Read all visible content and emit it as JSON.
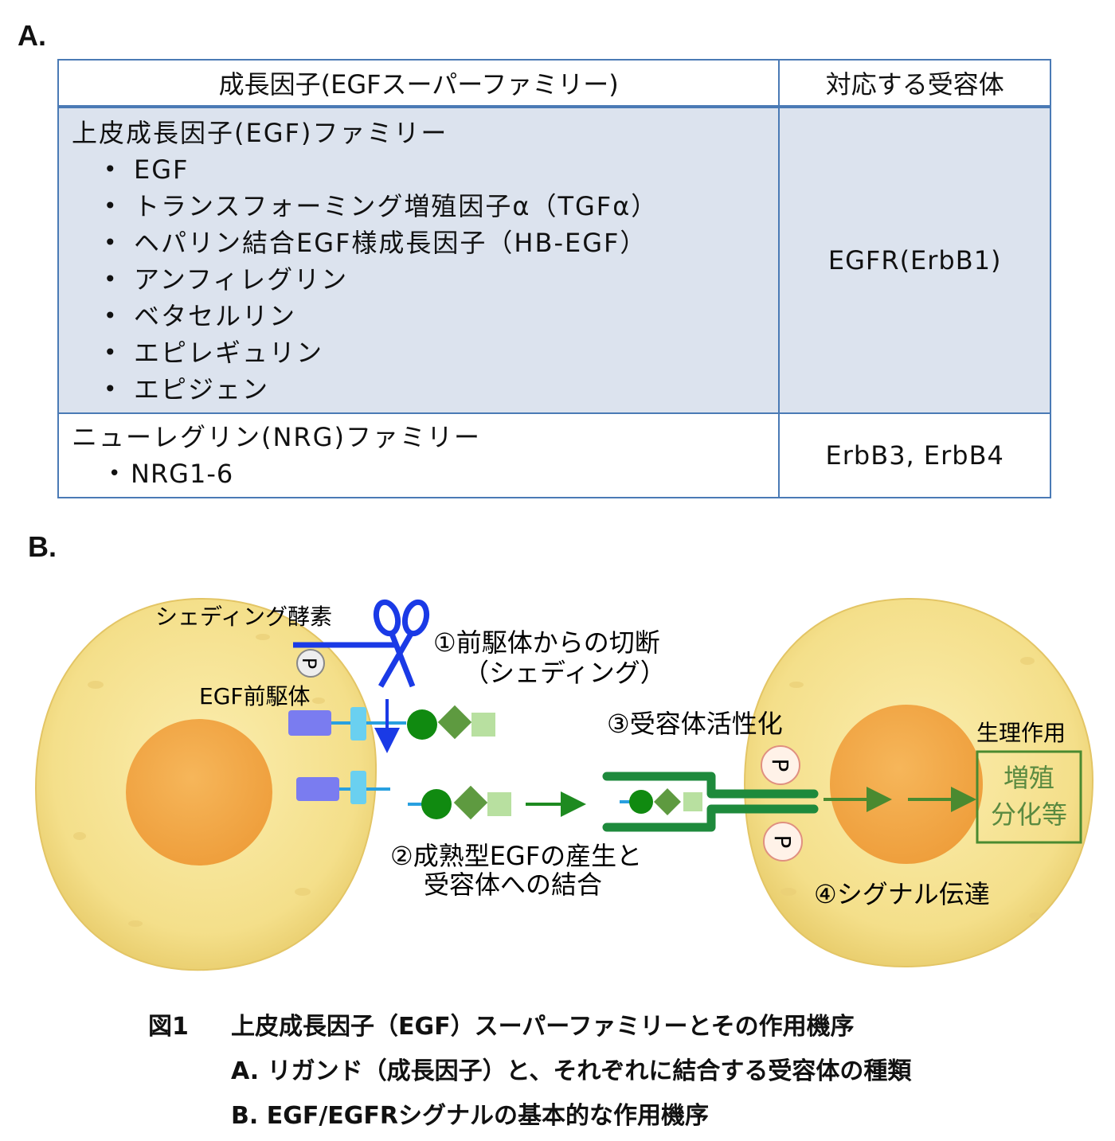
{
  "panel_a_label": "A.",
  "panel_b_label": "B.",
  "table": {
    "headers": [
      "成長因子(EGFスーパーファミリー)",
      "対応する受容体"
    ],
    "egf_family": {
      "title": "上皮成長因子(EGF)ファミリー",
      "members": [
        "EGF",
        "トランスフォーミング増殖因子α（TGFα）",
        "ヘパリン結合EGF様成長因子（HB-EGF）",
        "アンフィレグリン",
        "ベタセルリン",
        "エピレギュリン",
        "エピジェン"
      ],
      "receptor": "EGFR(ErbB1)"
    },
    "nrg_family": {
      "title": "ニューレグリン(NRG)ファミリー",
      "members": [
        "NRG1-6"
      ],
      "receptor": "ErbB3, ErbB4"
    }
  },
  "diagram": {
    "shedding_enzyme": "シェディング酵素",
    "precursor": "EGF前駆体",
    "step1_line1": "①前駆体からの切断",
    "step1_line2": "（シェディング）",
    "step2_line1": "②成熟型EGFの産生と",
    "step2_line2": "受容体への結合",
    "step3": "③受容体活性化",
    "step4": "④シグナル伝達",
    "phys_title": "生理作用",
    "phys_line1": "増殖",
    "phys_line2": "分化等",
    "phospho": "P",
    "colors": {
      "cell": "#f2dc80",
      "nucleus": "#f0a845",
      "enzyme": "#1a3ae6",
      "receptor": "#1e8a3c",
      "ligand_circle": "#108a10",
      "ligand_diamond": "#5e9a40",
      "ligand_square": "#b8e0a0",
      "domain_blue": "#7a7cf0",
      "domain_cyan": "#6ad0f0",
      "arrow": "#4a8a30",
      "phys_text": "#5a8a40"
    }
  },
  "caption": {
    "figure_no": "図1",
    "title": "上皮成長因子（EGF）スーパーファミリーとその作用機序",
    "line_a": "A.  リガンド（成長因子）と、それぞれに結合する受容体の種類",
    "line_b": "B.  EGF/EGFRシグナルの基本的な作用機序"
  }
}
